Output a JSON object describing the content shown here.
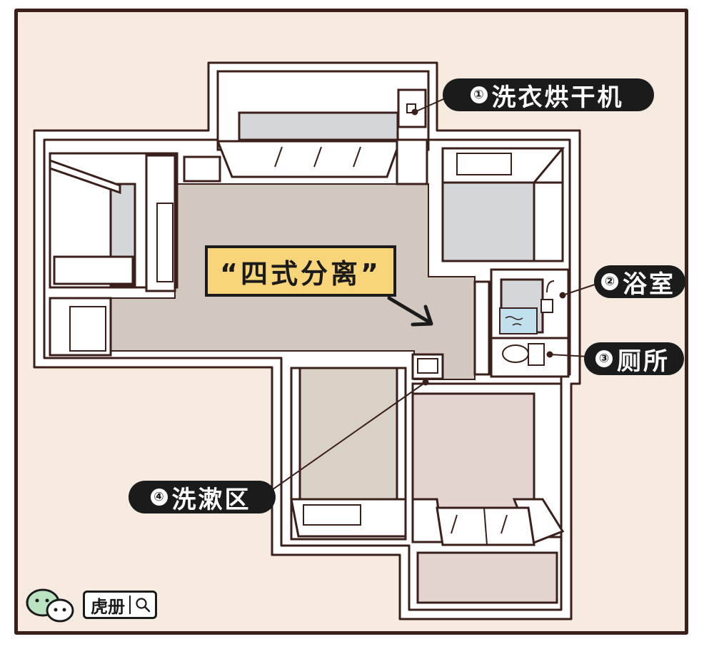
{
  "callout": {
    "text": "“四式分离”"
  },
  "labels": [
    {
      "num": "①",
      "text": "洗衣烘干机"
    },
    {
      "num": "②",
      "text": "浴室"
    },
    {
      "num": "③",
      "text": "厕所"
    },
    {
      "num": "④",
      "text": "洗漱区"
    }
  ],
  "brand": {
    "text": "虎册",
    "icon": "search-icon",
    "logo": "wechat-icon"
  },
  "colors": {
    "background": "#f7ebdf",
    "frame": "#3a1f1a",
    "floor": "#d3c8bf",
    "room_gray": "#d4d6da",
    "callout": "#f9d57a",
    "label_pill": "#1b1b1b",
    "wechat": "#b9e3c1"
  }
}
